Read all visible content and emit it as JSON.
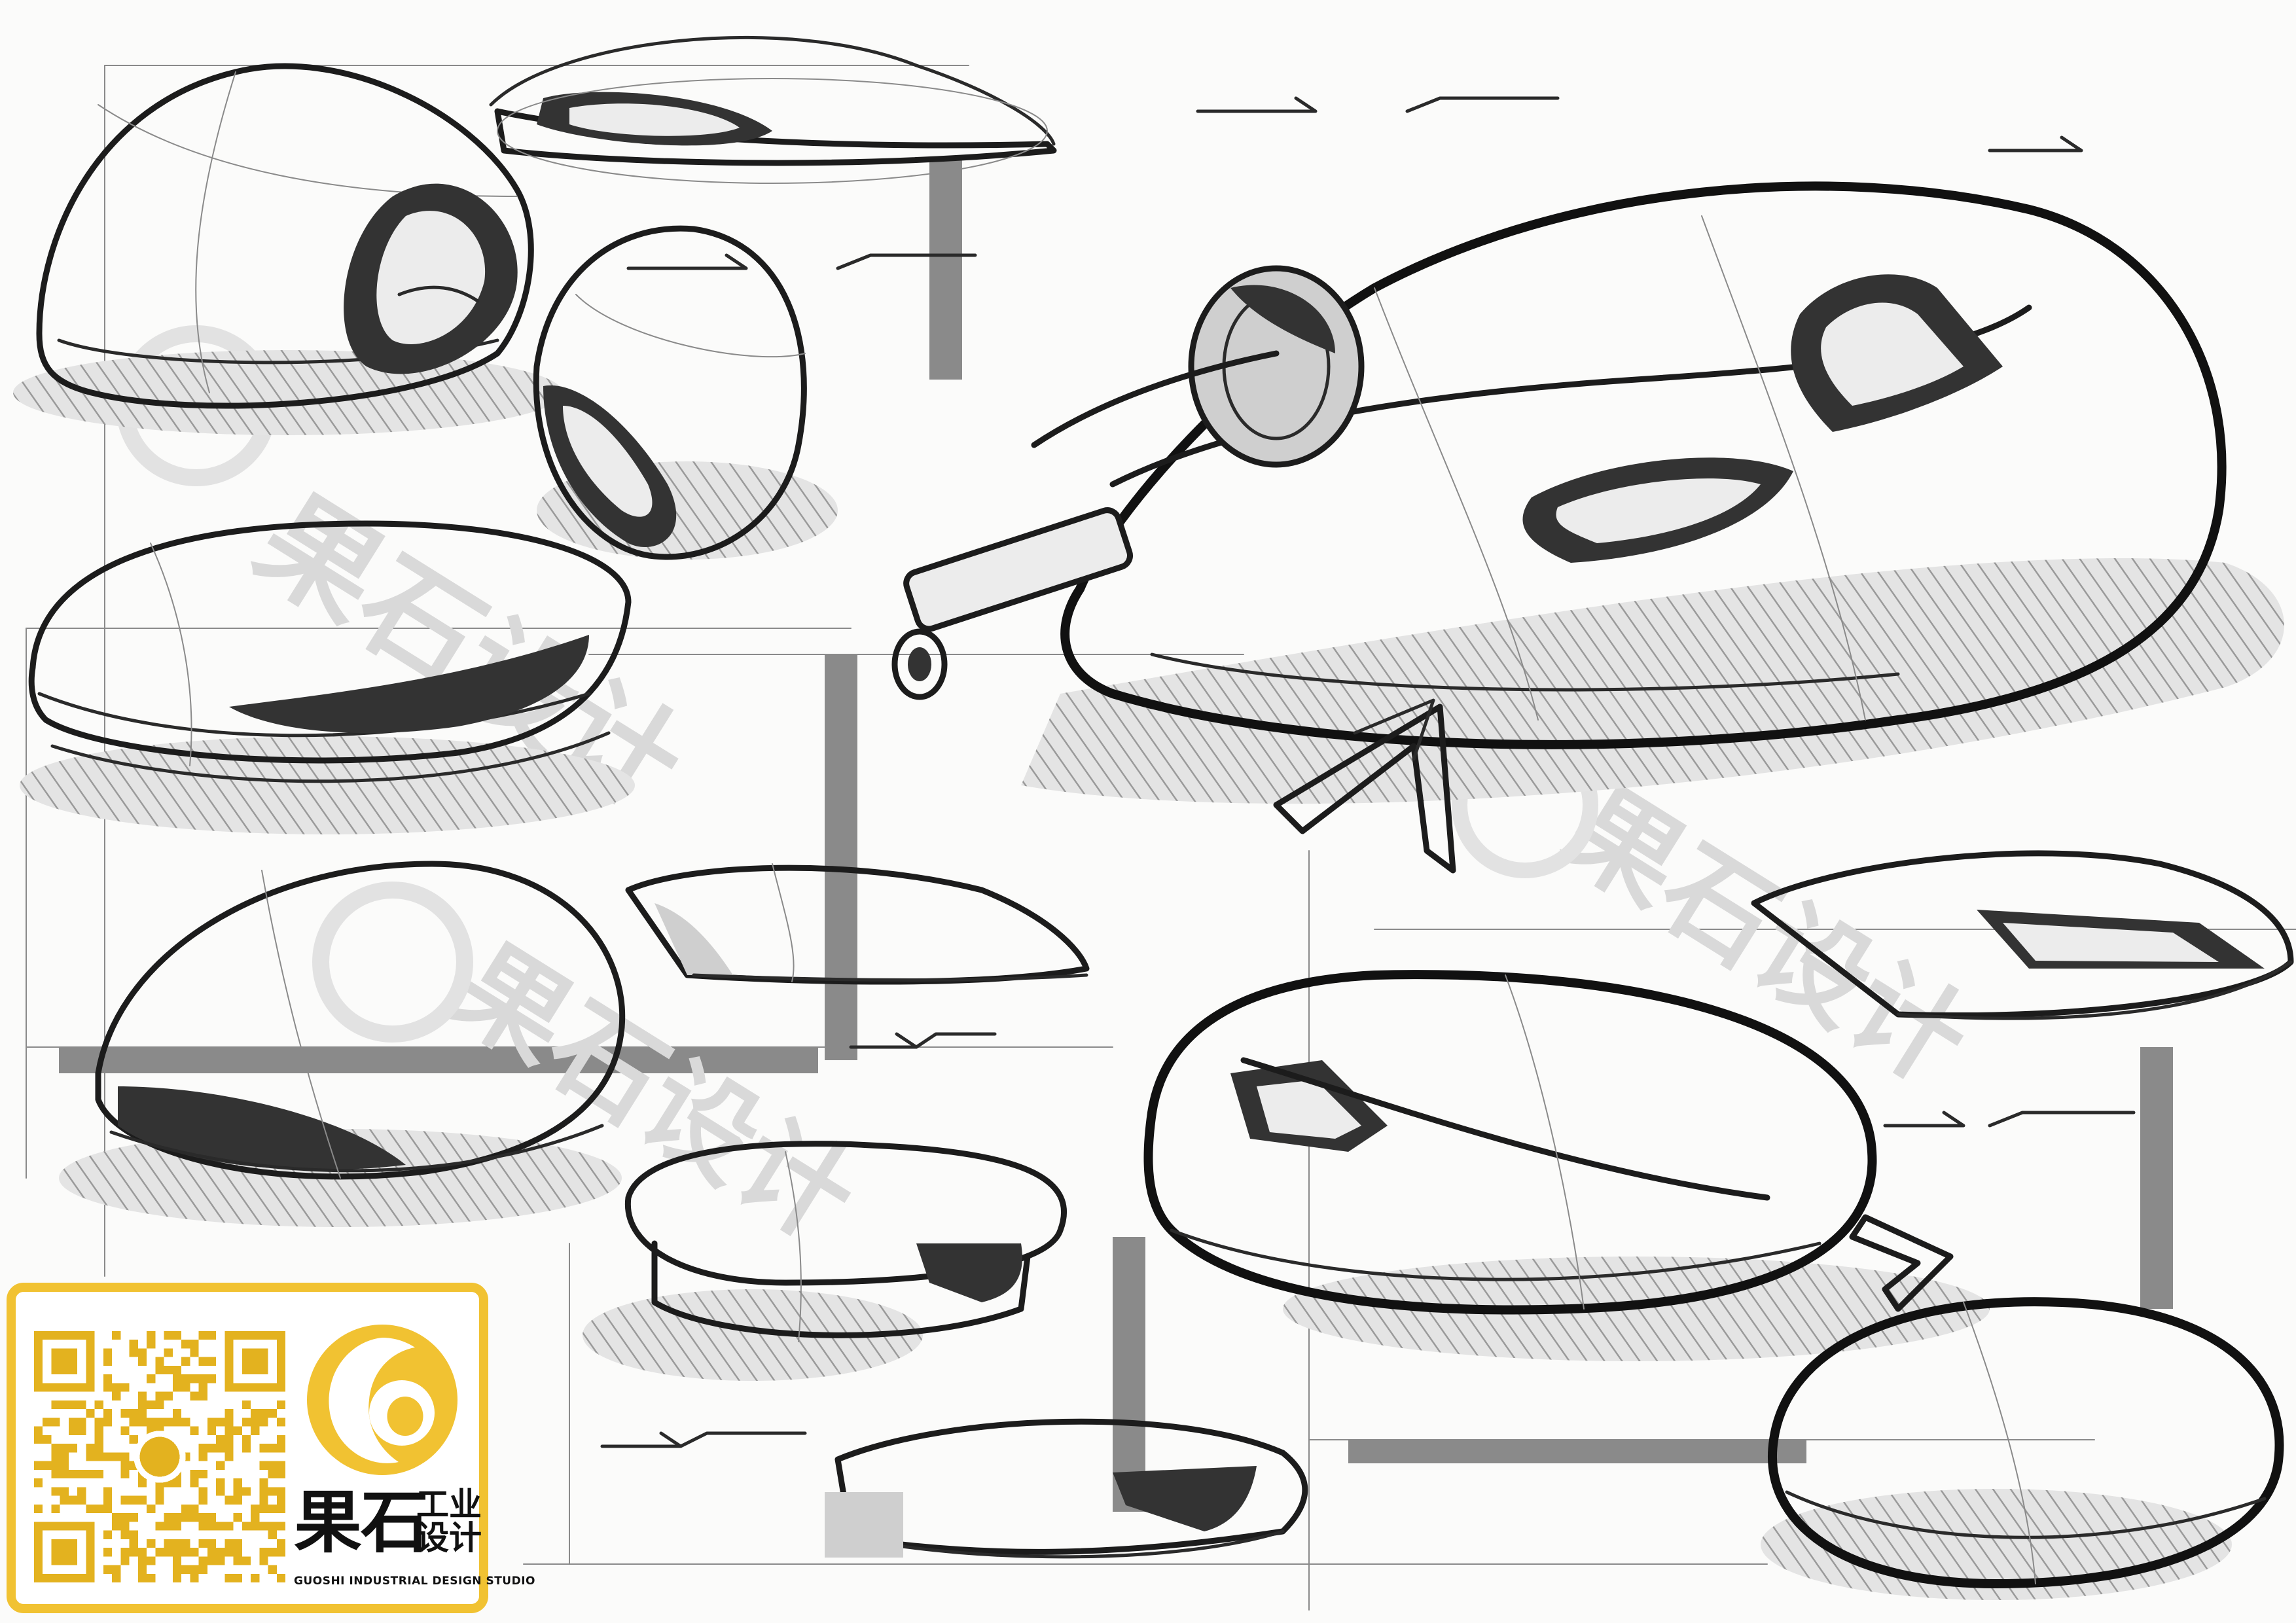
{
  "sheet": {
    "subject": "computer-mouse-concept-sketches",
    "colors": {
      "paper": "#fbfbfa",
      "graphite": "#2a2a2a",
      "accent": "#f1c232",
      "watermark": "#d9d9d9"
    }
  },
  "watermarks": [
    {
      "text": "果石设计"
    },
    {
      "text": "果石设计"
    },
    {
      "text": "果石设计"
    }
  ],
  "brand": {
    "name_cn": "果石",
    "name_cn_small": "工业设计",
    "name_en": "GUOSHI INDUSTRIAL DESIGN STUDIO",
    "logo_icon": "guoshi-logo-icon",
    "qr_icon": "qr-code-icon"
  }
}
